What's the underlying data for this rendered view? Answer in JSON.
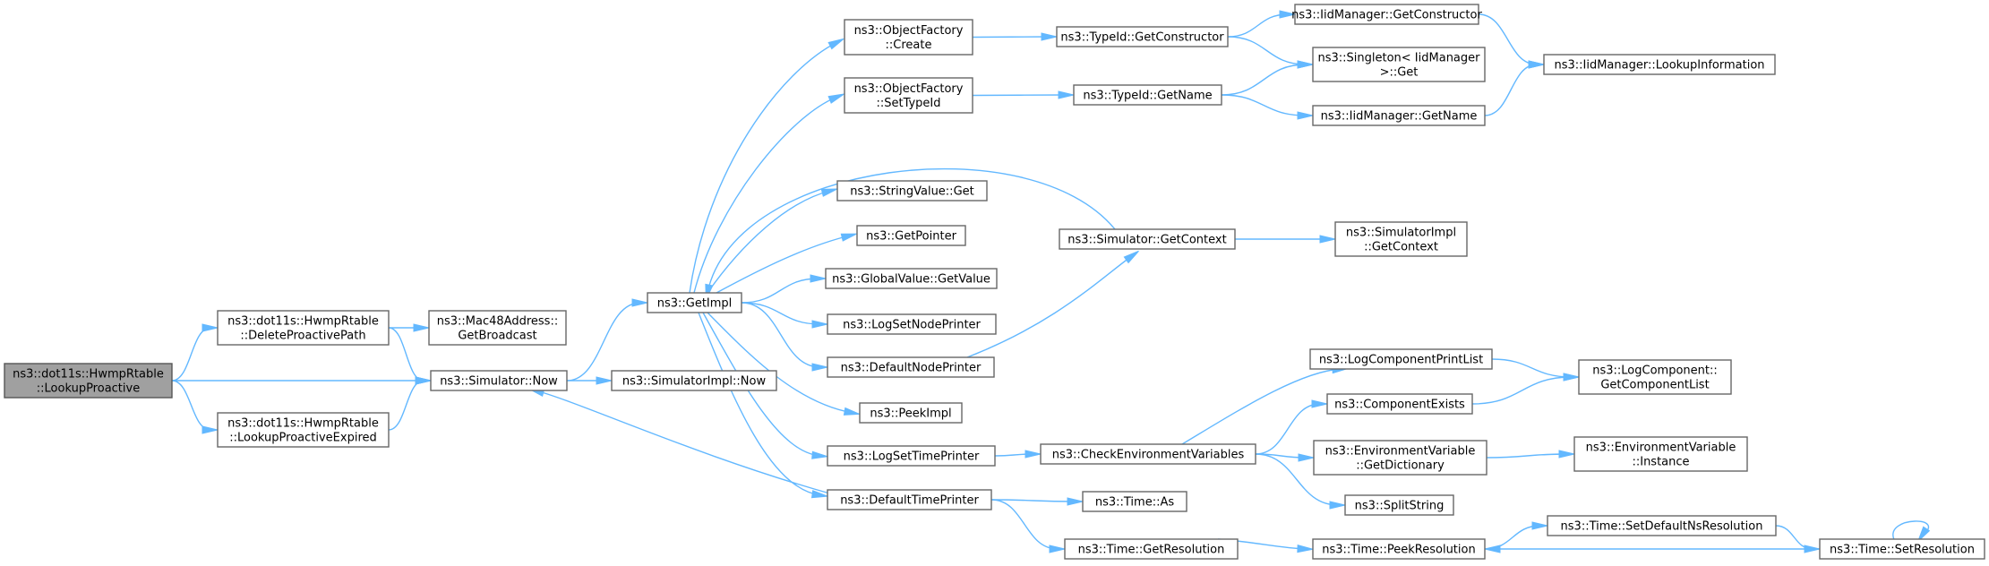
{
  "colors": {
    "edge": "#63b8ff",
    "root_fill": "#a0a0a0",
    "node_border": "#666666"
  },
  "nodes": {
    "root": [
      "ns3::dot11s::HwmpRtable",
      "::LookupProactive"
    ],
    "delete_proactive_path": [
      "ns3::dot11s::HwmpRtable",
      "::DeleteProactivePath"
    ],
    "lookup_proactive_expired": [
      "ns3::dot11s::HwmpRtable",
      "::LookupProactiveExpired"
    ],
    "mac48_get_broadcast": [
      "ns3::Mac48Address::",
      "GetBroadcast"
    ],
    "simulator_now": [
      "ns3::Simulator::Now"
    ],
    "simulatorimpl_now": [
      "ns3::SimulatorImpl::Now"
    ],
    "get_impl": [
      "ns3::GetImpl"
    ],
    "objectfactory_create": [
      "ns3::ObjectFactory",
      "::Create"
    ],
    "objectfactory_settypeid": [
      "ns3::ObjectFactory",
      "::SetTypeId"
    ],
    "stringvalue_get": [
      "ns3::StringValue::Get"
    ],
    "get_pointer": [
      "ns3::GetPointer"
    ],
    "globalvalue_getvalue": [
      "ns3::GlobalValue::GetValue"
    ],
    "log_set_node_printer": [
      "ns3::LogSetNodePrinter"
    ],
    "default_node_printer": [
      "ns3::DefaultNodePrinter"
    ],
    "peek_impl": [
      "ns3::PeekImpl"
    ],
    "log_set_time_printer": [
      "ns3::LogSetTimePrinter"
    ],
    "default_time_printer": [
      "ns3::DefaultTimePrinter"
    ],
    "typeid_get_constructor": [
      "ns3::TypeId::GetConstructor"
    ],
    "typeid_get_name": [
      "ns3::TypeId::GetName"
    ],
    "simulator_get_context": [
      "ns3::Simulator::GetContext"
    ],
    "check_env_vars": [
      "ns3::CheckEnvironmentVariables"
    ],
    "time_as": [
      "ns3::Time::As"
    ],
    "time_get_resolution": [
      "ns3::Time::GetResolution"
    ],
    "iidmanager_get_constructor": [
      "ns3::IidManager::GetConstructor"
    ],
    "singleton_get": [
      "ns3::Singleton< IidManager",
      ">::Get"
    ],
    "iidmanager_get_name": [
      "ns3::IidManager::GetName"
    ],
    "simulatorimpl_get_context": [
      "ns3::SimulatorImpl",
      "::GetContext"
    ],
    "log_component_print_list": [
      "ns3::LogComponentPrintList"
    ],
    "component_exists": [
      "ns3::ComponentExists"
    ],
    "envvar_get_dictionary": [
      "ns3::EnvironmentVariable",
      "::GetDictionary"
    ],
    "split_string": [
      "ns3::SplitString"
    ],
    "time_peek_resolution": [
      "ns3::Time::PeekResolution"
    ],
    "time_set_default_ns_resolution": [
      "ns3::Time::SetDefaultNsResolution"
    ],
    "iidmanager_lookup_information": [
      "ns3::IidManager::LookupInformation"
    ],
    "logcomponent_get_component_list": [
      "ns3::LogComponent::",
      "GetComponentList"
    ],
    "envvar_instance": [
      "ns3::EnvironmentVariable",
      "::Instance"
    ],
    "time_set_resolution": [
      "ns3::Time::SetResolution"
    ]
  },
  "edges": [
    [
      "root",
      "delete_proactive_path"
    ],
    [
      "root",
      "simulator_now"
    ],
    [
      "root",
      "lookup_proactive_expired"
    ],
    [
      "delete_proactive_path",
      "mac48_get_broadcast"
    ],
    [
      "delete_proactive_path",
      "simulator_now"
    ],
    [
      "lookup_proactive_expired",
      "simulator_now"
    ],
    [
      "simulator_now",
      "get_impl"
    ],
    [
      "simulator_now",
      "simulatorimpl_now"
    ],
    [
      "get_impl",
      "objectfactory_create"
    ],
    [
      "get_impl",
      "objectfactory_settypeid"
    ],
    [
      "get_impl",
      "stringvalue_get"
    ],
    [
      "get_impl",
      "get_pointer"
    ],
    [
      "get_impl",
      "globalvalue_getvalue"
    ],
    [
      "get_impl",
      "log_set_node_printer"
    ],
    [
      "get_impl",
      "default_node_printer"
    ],
    [
      "get_impl",
      "peek_impl"
    ],
    [
      "get_impl",
      "log_set_time_printer"
    ],
    [
      "get_impl",
      "default_time_printer"
    ],
    [
      "simulator_get_context",
      "get_impl"
    ],
    [
      "default_time_printer",
      "simulator_now"
    ],
    [
      "objectfactory_create",
      "typeid_get_constructor"
    ],
    [
      "objectfactory_settypeid",
      "typeid_get_name"
    ],
    [
      "default_node_printer",
      "simulator_get_context"
    ],
    [
      "log_set_time_printer",
      "check_env_vars"
    ],
    [
      "default_time_printer",
      "time_as"
    ],
    [
      "default_time_printer",
      "time_get_resolution"
    ],
    [
      "typeid_get_constructor",
      "iidmanager_get_constructor"
    ],
    [
      "typeid_get_constructor",
      "singleton_get"
    ],
    [
      "typeid_get_name",
      "singleton_get"
    ],
    [
      "typeid_get_name",
      "iidmanager_get_name"
    ],
    [
      "simulator_get_context",
      "simulatorimpl_get_context"
    ],
    [
      "check_env_vars",
      "log_component_print_list"
    ],
    [
      "check_env_vars",
      "component_exists"
    ],
    [
      "check_env_vars",
      "envvar_get_dictionary"
    ],
    [
      "check_env_vars",
      "split_string"
    ],
    [
      "time_get_resolution",
      "time_peek_resolution"
    ],
    [
      "iidmanager_get_constructor",
      "iidmanager_lookup_information"
    ],
    [
      "iidmanager_get_name",
      "iidmanager_lookup_information"
    ],
    [
      "log_component_print_list",
      "logcomponent_get_component_list"
    ],
    [
      "component_exists",
      "logcomponent_get_component_list"
    ],
    [
      "envvar_get_dictionary",
      "envvar_instance"
    ],
    [
      "time_peek_resolution",
      "time_set_default_ns_resolution"
    ],
    [
      "time_set_default_ns_resolution",
      "time_set_resolution"
    ],
    [
      "time_set_resolution",
      "time_peek_resolution"
    ],
    [
      "time_set_resolution",
      "time_set_resolution"
    ]
  ]
}
